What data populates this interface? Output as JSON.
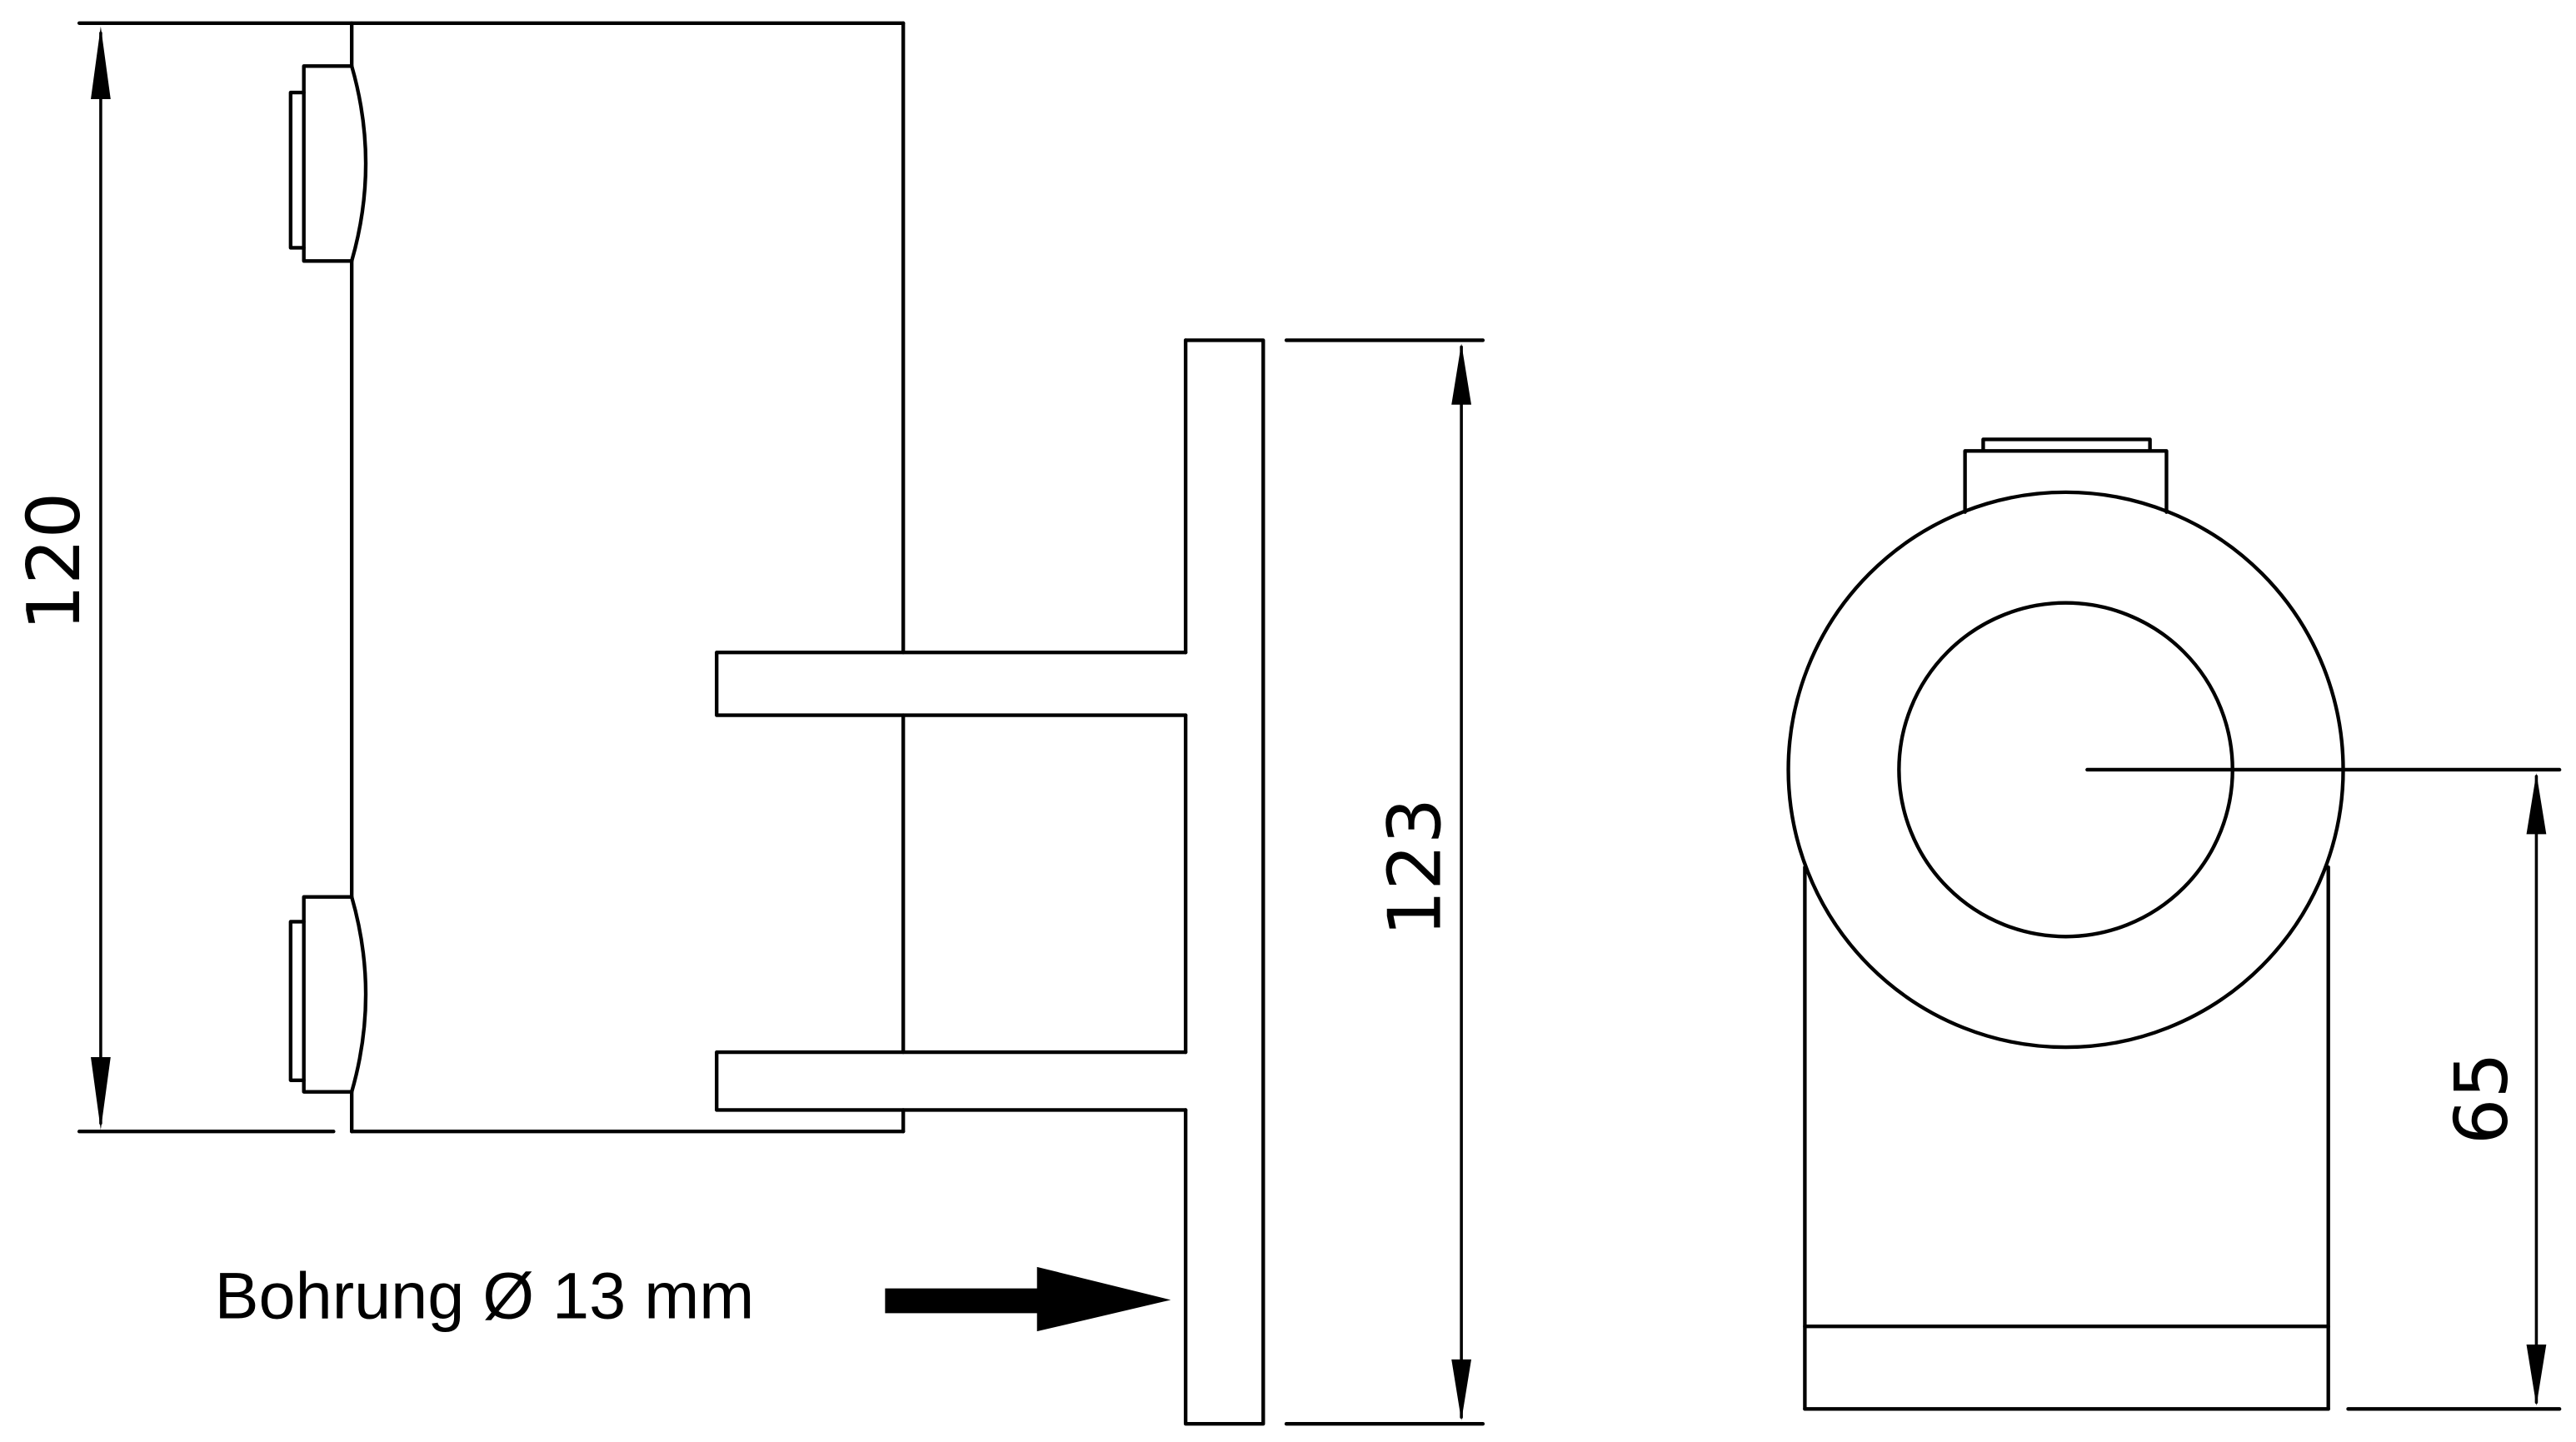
{
  "drawing": {
    "type": "technical-drawing",
    "views": [
      "side-view",
      "t-bracket-view",
      "end-view"
    ],
    "colors": {
      "line": "#000000",
      "background": "#ffffff"
    }
  },
  "dimensions": {
    "height_left": {
      "value": "120",
      "orientation": "vertical"
    },
    "height_bracket": {
      "value": "123",
      "orientation": "vertical"
    },
    "center_height": {
      "value": "65",
      "orientation": "vertical"
    }
  },
  "annotations": {
    "drill_hole": {
      "label": "Bohrung Ø 13 mm",
      "arrow": "arrow-right"
    }
  }
}
